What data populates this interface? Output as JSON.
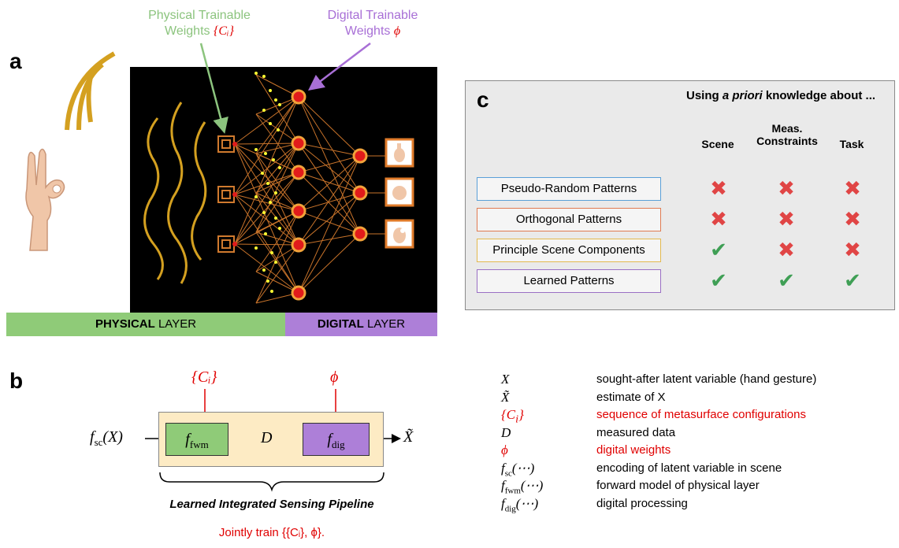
{
  "panel_a": {
    "letter": "a",
    "physical_weights": {
      "line1": "Physical Trainable",
      "line2": "Weights",
      "symbol": "{Cᵢ}"
    },
    "digital_weights": {
      "line1": "Digital Trainable",
      "line2": "Weights",
      "symbol": "ϕ"
    },
    "physical_layer": {
      "bold": "PHYSICAL",
      "rest": " LAYER"
    },
    "digital_layer": {
      "bold": "DIGITAL",
      "rest": " LAYER"
    },
    "colors": {
      "physical": "#8fcb78",
      "digital": "#ad7fd8",
      "network_lines": "#c8732a",
      "node_fill": "#e11b1b"
    }
  },
  "panel_b": {
    "letter": "b",
    "input": "f",
    "input_sub": "sc",
    "input_arg": "(X)",
    "block1": "f",
    "block1_sub": "fwm",
    "mid": "D",
    "block2": "f",
    "block2_sub": "dig",
    "output": "X̃",
    "top1": "{Cᵢ}",
    "top2": "ϕ",
    "brace_label": "Learned Integrated Sensing Pipeline",
    "joint_train": "Jointly train {{Cᵢ}, ϕ}."
  },
  "panel_c": {
    "letter": "c",
    "heading_prefix": "Using ",
    "heading_italic": "a priori",
    "heading_suffix": " knowledge about ...",
    "columns": [
      "Scene",
      "Meas.\nConstraints",
      "Task"
    ],
    "rows": [
      {
        "label": "Pseudo-Random Patterns",
        "border": "#5aa0d8",
        "marks": [
          "✖",
          "✖",
          "✖"
        ]
      },
      {
        "label": "Orthogonal Patterns",
        "border": "#e07b52",
        "marks": [
          "✖",
          "✖",
          "✖"
        ]
      },
      {
        "label": "Principle Scene Components",
        "border": "#e3b94f",
        "marks": [
          "✔",
          "✖",
          "✖"
        ]
      },
      {
        "label": "Learned Patterns",
        "border": "#9a6fc4",
        "marks": [
          "✔",
          "✔",
          "✔"
        ]
      }
    ]
  },
  "legend": [
    {
      "sym": "X",
      "desc": "sought-after latent variable (hand gesture)",
      "red": false
    },
    {
      "sym": "X̃",
      "desc": "estimate of X",
      "red": false
    },
    {
      "sym": "{Cᵢ}",
      "desc": "sequence of metasurface configurations",
      "red": true
    },
    {
      "sym": "D",
      "desc": "measured data",
      "red": false
    },
    {
      "sym": "ϕ",
      "desc": "digital weights",
      "red": true
    },
    {
      "sym": "fₛ꜀(⋯)",
      "desc": "encoding of latent variable in scene",
      "red": false
    },
    {
      "sym": "f_fwm(⋯)",
      "desc": "forward model of physical layer",
      "red": false
    },
    {
      "sym": "f_dig(⋯)",
      "desc": "digital processing",
      "red": false
    }
  ]
}
